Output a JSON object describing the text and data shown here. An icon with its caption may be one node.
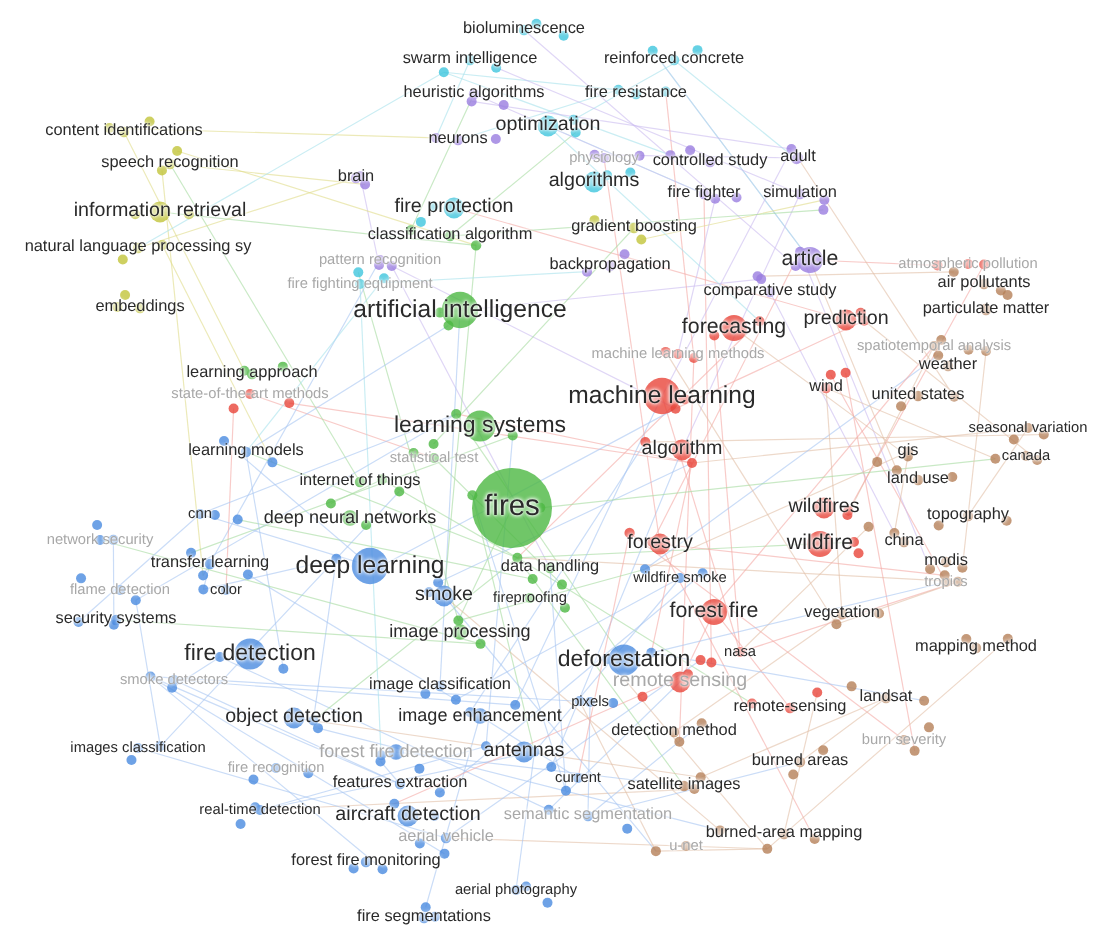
{
  "diagram": {
    "labels": [
      "bioluminescence",
      "swarm intelligence",
      "reinforced concrete",
      "heuristic algorithms",
      "fire resistance",
      "content identifications",
      "neurons",
      "optimization",
      "speech recognition",
      "physiology",
      "controlled study",
      "adult",
      "brain",
      "algorithms",
      "fire fighter",
      "simulation",
      "information retrieval",
      "fire protection",
      "natural language processing sy",
      "classification algorithm",
      "gradient boosting",
      "pattern recognition",
      "backpropagation",
      "article",
      "atmospheric pollution",
      "fire fighting equipment",
      "comparative study",
      "air pollutants",
      "embeddings",
      "artificial intelligence",
      "forecasting",
      "prediction",
      "particulate matter",
      "machine learning methods",
      "spatiotemporal analysis",
      "learning approach",
      "weather",
      "state-of-the-art methods",
      "machine learning",
      "wind",
      "united states",
      "learning systems",
      "seasonal variation",
      "learning models",
      "statistical test",
      "algorithm",
      "gis",
      "canada",
      "internet of things",
      "land use",
      "cnn",
      "deep neural networks",
      "fires",
      "wildfires",
      "topography",
      "network security",
      "forestry",
      "wildfire",
      "china",
      "transfer learning",
      "deep learning",
      "data handling",
      "modis",
      "flame detection",
      "color",
      "smoke",
      "fireproofing",
      "wildfire smoke",
      "tropics",
      "security systems",
      "image processing",
      "forest fire",
      "vegetation",
      "fire detection",
      "deforestation",
      "nasa",
      "mapping method",
      "smoke detectors",
      "image classification",
      "remote sensing",
      "object detection",
      "image enhancement",
      "pixels",
      "remote-sensing",
      "landsat",
      "images classification",
      "forest fire detection",
      "antennas",
      "detection method",
      "burn severity",
      "burned areas",
      "fire recognition",
      "features extraction",
      "current",
      "satellite images",
      "real-time detection",
      "aircraft detection",
      "semantic segmentation",
      "aerial vehicle",
      "u-net",
      "burned-area mapping",
      "forest fire monitoring",
      "aerial photography",
      "fire segmentations"
    ]
  }
}
